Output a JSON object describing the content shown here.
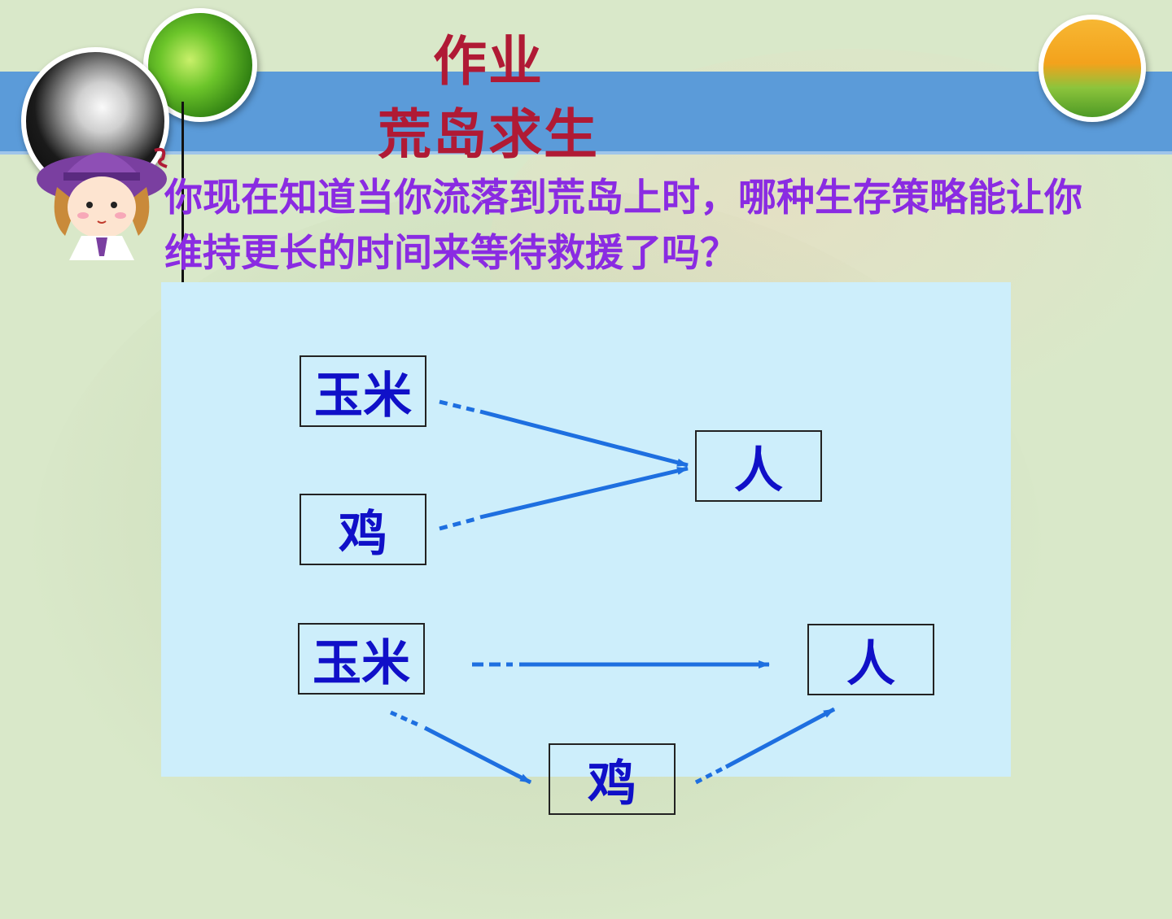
{
  "header": {
    "title": "作业",
    "subtitle": "荒岛求生"
  },
  "question": "你现在知道当你流落到荒岛上时，哪种生存策略能让你维持更长的时间来等待救援了吗？",
  "diagram": {
    "chain1": {
      "corn": "玉米",
      "chicken": "鸡",
      "person": "人"
    },
    "chain2": {
      "corn": "玉米",
      "person": "人",
      "chicken": "鸡"
    }
  },
  "colors": {
    "title": "#b01a35",
    "question": "#8a2be2",
    "box_text": "#1010c8",
    "arrow": "#1e6fe0",
    "band": "#5b9bd9",
    "panel": "#cdeefb"
  },
  "icons": [
    "dandelion-photo",
    "leaf-photo",
    "tulip-photo",
    "cartoon-girl"
  ]
}
